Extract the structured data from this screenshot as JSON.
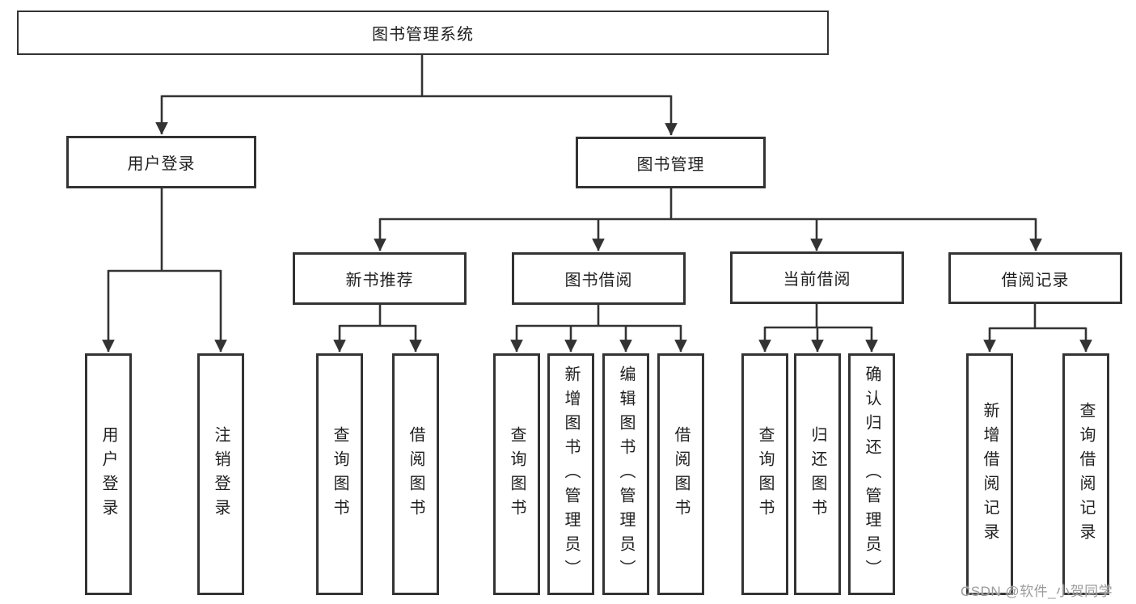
{
  "nodes": {
    "root": {
      "label": "图书管理系统"
    },
    "user_login": {
      "label": "用户登录"
    },
    "book_mgmt": {
      "label": "图书管理"
    },
    "new_book_rec": {
      "label": "新书推荐"
    },
    "book_borrow": {
      "label": "图书借阅"
    },
    "current_borrow": {
      "label": "当前借阅"
    },
    "borrow_records": {
      "label": "借阅记录"
    },
    "leaf_user_login": {
      "label": "用户登录"
    },
    "leaf_logout": {
      "label": "注销登录"
    },
    "leaf_nb_search": {
      "label": "查询图书"
    },
    "leaf_nb_borrow": {
      "label": "借阅图书"
    },
    "leaf_bb_search": {
      "label": "查询图书"
    },
    "leaf_bb_add": {
      "label": "新增图书（管理员）"
    },
    "leaf_bb_edit": {
      "label": "编辑图书（管理员）"
    },
    "leaf_bb_borrow": {
      "label": "借阅图书"
    },
    "leaf_cb_search": {
      "label": "查询图书"
    },
    "leaf_cb_return": {
      "label": "归还图书"
    },
    "leaf_cb_confirm": {
      "label": "确认归还（管理员）"
    },
    "leaf_br_add": {
      "label": "新增借阅记录"
    },
    "leaf_br_search": {
      "label": "查询借阅记录"
    }
  },
  "watermark": "CSDN @软件_小贺同学",
  "colors": {
    "line": "#333333",
    "text": "#1f1f1f",
    "watermark": "#9b9b9b",
    "background": "#ffffff"
  }
}
